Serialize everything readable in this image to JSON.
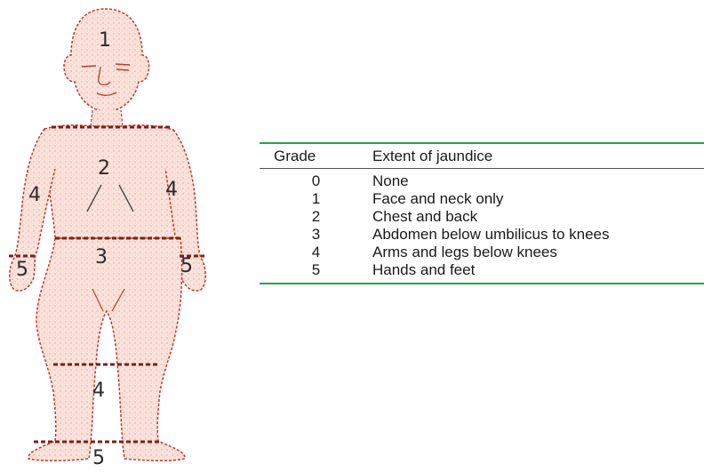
{
  "figure": {
    "zone_labels": [
      "1",
      "2",
      "3",
      "4",
      "4",
      "5",
      "5",
      "4",
      "5"
    ],
    "outline_color": "#c0392b",
    "fill_color": "#f9dcd4"
  },
  "table": {
    "headers": {
      "grade": "Grade",
      "extent": "Extent of jaundice"
    },
    "rows": [
      {
        "grade": "0",
        "extent": "None"
      },
      {
        "grade": "1",
        "extent": "Face and neck only"
      },
      {
        "grade": "2",
        "extent": "Chest and back"
      },
      {
        "grade": "3",
        "extent": "Abdomen below umbilicus to knees"
      },
      {
        "grade": "4",
        "extent": "Arms and legs below knees"
      },
      {
        "grade": "5",
        "extent": "Hands and feet"
      }
    ],
    "rule_color": "#22a64a"
  }
}
